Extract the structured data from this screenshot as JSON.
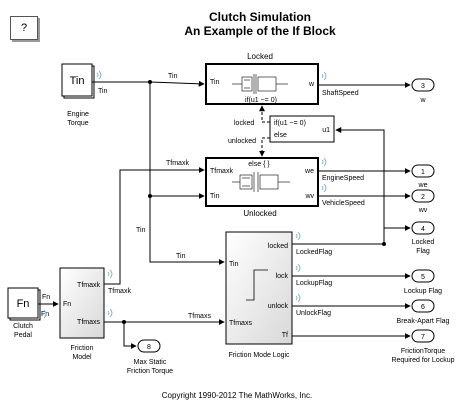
{
  "title_line1": "Clutch Simulation",
  "title_line2": "An Example of the If Block",
  "help_button": "?",
  "copyright": "Copyright 1990-2012 The MathWorks, Inc.",
  "blocks": {
    "engine_torque": {
      "inner": "Tin",
      "port_out": "Tin",
      "caption": [
        "Engine",
        "Torque"
      ]
    },
    "clutch_pedal": {
      "inner": "Fn",
      "port_out": "Fn",
      "caption": [
        "Clutch",
        "Pedal"
      ]
    },
    "locked": {
      "title": "Locked",
      "port_in": "Tin",
      "port_out": "w",
      "condition": "if(u1 ~= 0)"
    },
    "unlocked": {
      "title": "Unlocked",
      "port_in1": "Tfmaxk",
      "port_in2": "Tin",
      "port_out1": "we",
      "port_out2": "wv",
      "condition": "else { }"
    },
    "if_block": {
      "line1": "if(u1 ~= 0)",
      "line2": "else",
      "port_in": "u1"
    },
    "friction_model": {
      "port_in": "Fn",
      "port_out1": "Tfmaxk",
      "port_out2": "Tfmaxs",
      "caption": [
        "Friction",
        "Model"
      ]
    },
    "friction_mode_logic": {
      "port_in1": "Tin",
      "port_in2": "Tfmaxs",
      "port_out1": "locked",
      "port_out2": "lock",
      "port_out3": "unlock",
      "port_out4": "Tf",
      "caption": "Friction Mode Logic"
    }
  },
  "signals": {
    "tin_top": "Tin",
    "tin_mid": "Tin",
    "tin_vertical": "Tin",
    "tfmaxk": "Tfmaxk",
    "tfmaxk_out": "Tfmaxk",
    "tfmaxs_out": "Tfmaxs",
    "tfmaxs_in": "Tfmaxs",
    "fn_out": "Fn",
    "locked_label": "locked",
    "unlocked_label": "unlocked",
    "shaft_speed": "ShaftSpeed",
    "engine_speed": "EngineSpeed",
    "vehicle_speed": "VehicleSpeed",
    "locked_flag": "LockedFlag",
    "lockup_flag": "LockupFlag",
    "unlock_flag": "UnlockFlag"
  },
  "outports": [
    {
      "num": "3",
      "label": [
        "w"
      ]
    },
    {
      "num": "1",
      "label": [
        "we"
      ]
    },
    {
      "num": "2",
      "label": [
        "wv"
      ]
    },
    {
      "num": "4",
      "label": [
        "Locked",
        "Flag"
      ]
    },
    {
      "num": "5",
      "label": [
        "Lockup Flag"
      ]
    },
    {
      "num": "6",
      "label": [
        "Break-Apart Flag"
      ]
    },
    {
      "num": "7",
      "label": [
        "FrictionTorque",
        "Required for Lockup"
      ]
    },
    {
      "num": "8",
      "label": [
        "Max Static",
        "Friction Torque"
      ]
    }
  ]
}
